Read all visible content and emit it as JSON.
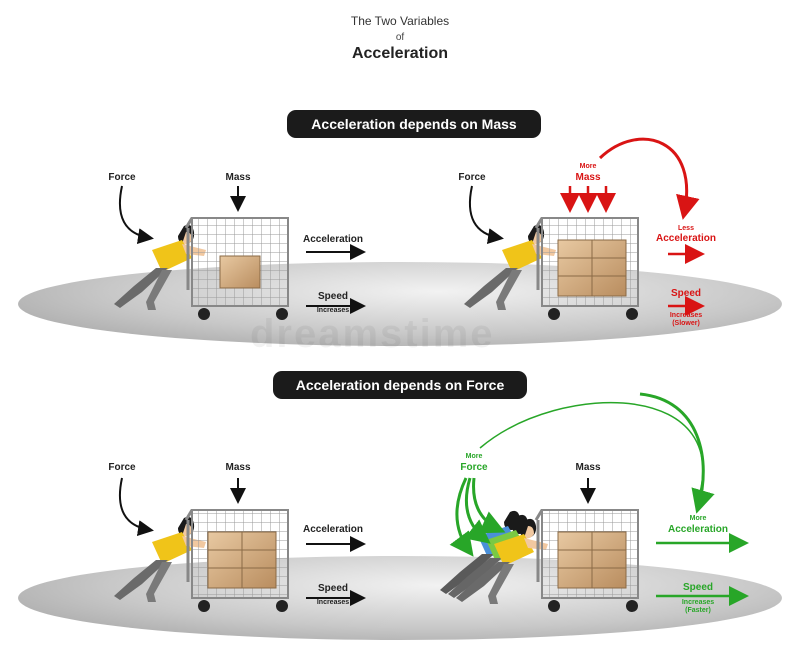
{
  "header": {
    "title_line1": "The Two Variables",
    "title_line2": "of",
    "title_main": "Acceleration"
  },
  "sections": {
    "mass": {
      "banner": "Acceleration depends on Mass",
      "left": {
        "force": "Force",
        "mass": "Mass",
        "acceleration": "Acceleration",
        "speed": "Speed",
        "speed_sub": "Increases"
      },
      "right": {
        "force": "Force",
        "mass_more": "More",
        "mass": "Mass",
        "acc_less": "Less",
        "acceleration": "Acceleration",
        "speed": "Speed",
        "speed_sub1": "Increases",
        "speed_sub2": "(Slower)"
      }
    },
    "force": {
      "banner": "Acceleration depends on Force",
      "left": {
        "force": "Force",
        "mass": "Mass",
        "acceleration": "Acceleration",
        "speed": "Speed",
        "speed_sub": "Increases"
      },
      "right": {
        "force_more": "More",
        "force": "Force",
        "mass": "Mass",
        "acc_more": "More",
        "acceleration": "Acceleration",
        "speed": "Speed",
        "speed_sub1": "Increases",
        "speed_sub2": "(Faster)"
      }
    }
  },
  "watermark": "dreamstime",
  "colors": {
    "banner_bg": "#1b1b1b",
    "red": "#d91414",
    "green": "#28a628",
    "shirt": "#f0c419",
    "box": "#d9b48a"
  }
}
